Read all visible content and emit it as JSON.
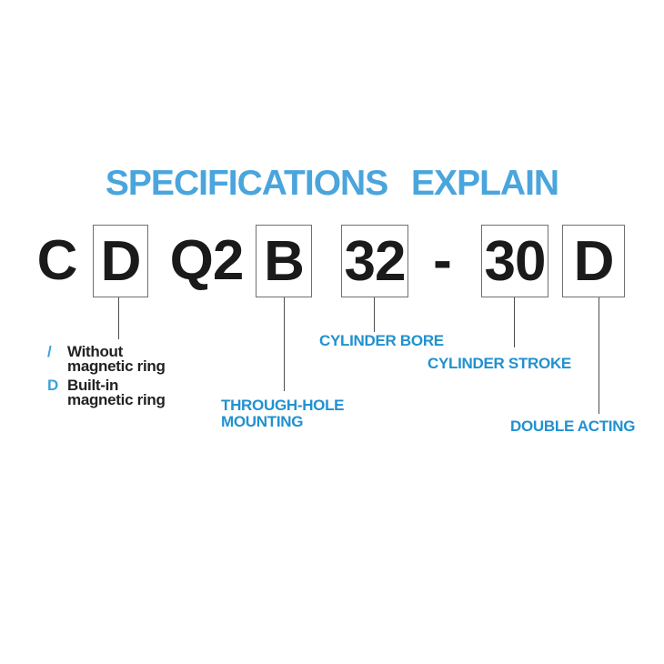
{
  "title": "SPECIFICATIONS EXPLAIN",
  "model_code": {
    "segments": [
      {
        "text": "C",
        "boxed": false
      },
      {
        "text": "D",
        "boxed": true
      },
      {
        "text": "Q2",
        "boxed": false
      },
      {
        "text": "B",
        "boxed": true
      },
      {
        "text": "32",
        "boxed": true
      },
      {
        "text": "-",
        "boxed": false
      },
      {
        "text": "30",
        "boxed": true
      },
      {
        "text": "D",
        "boxed": true
      }
    ]
  },
  "legend": {
    "items": [
      {
        "code": "/",
        "line1": "Without",
        "line2": "magnetic ring"
      },
      {
        "code": "D",
        "line1": "Built-in",
        "line2": "magnetic ring"
      }
    ]
  },
  "callouts": {
    "through_hole": {
      "line1": "THROUGH-HOLE",
      "line2": "MOUNTING"
    },
    "cylinder_bore": "CYLINDER BORE",
    "cylinder_stroke": "CYLINDER STROKE",
    "double_acting": "DOUBLE ACTING"
  },
  "colors": {
    "title_blue": "#4aa5dd",
    "callout_blue": "#2191d0",
    "legend_symbol_blue": "#3aa2dc",
    "code_black": "#1a1a1a",
    "box_border_gray": "#707070",
    "connector_gray": "#4d4d4d",
    "background": "#ffffff"
  }
}
